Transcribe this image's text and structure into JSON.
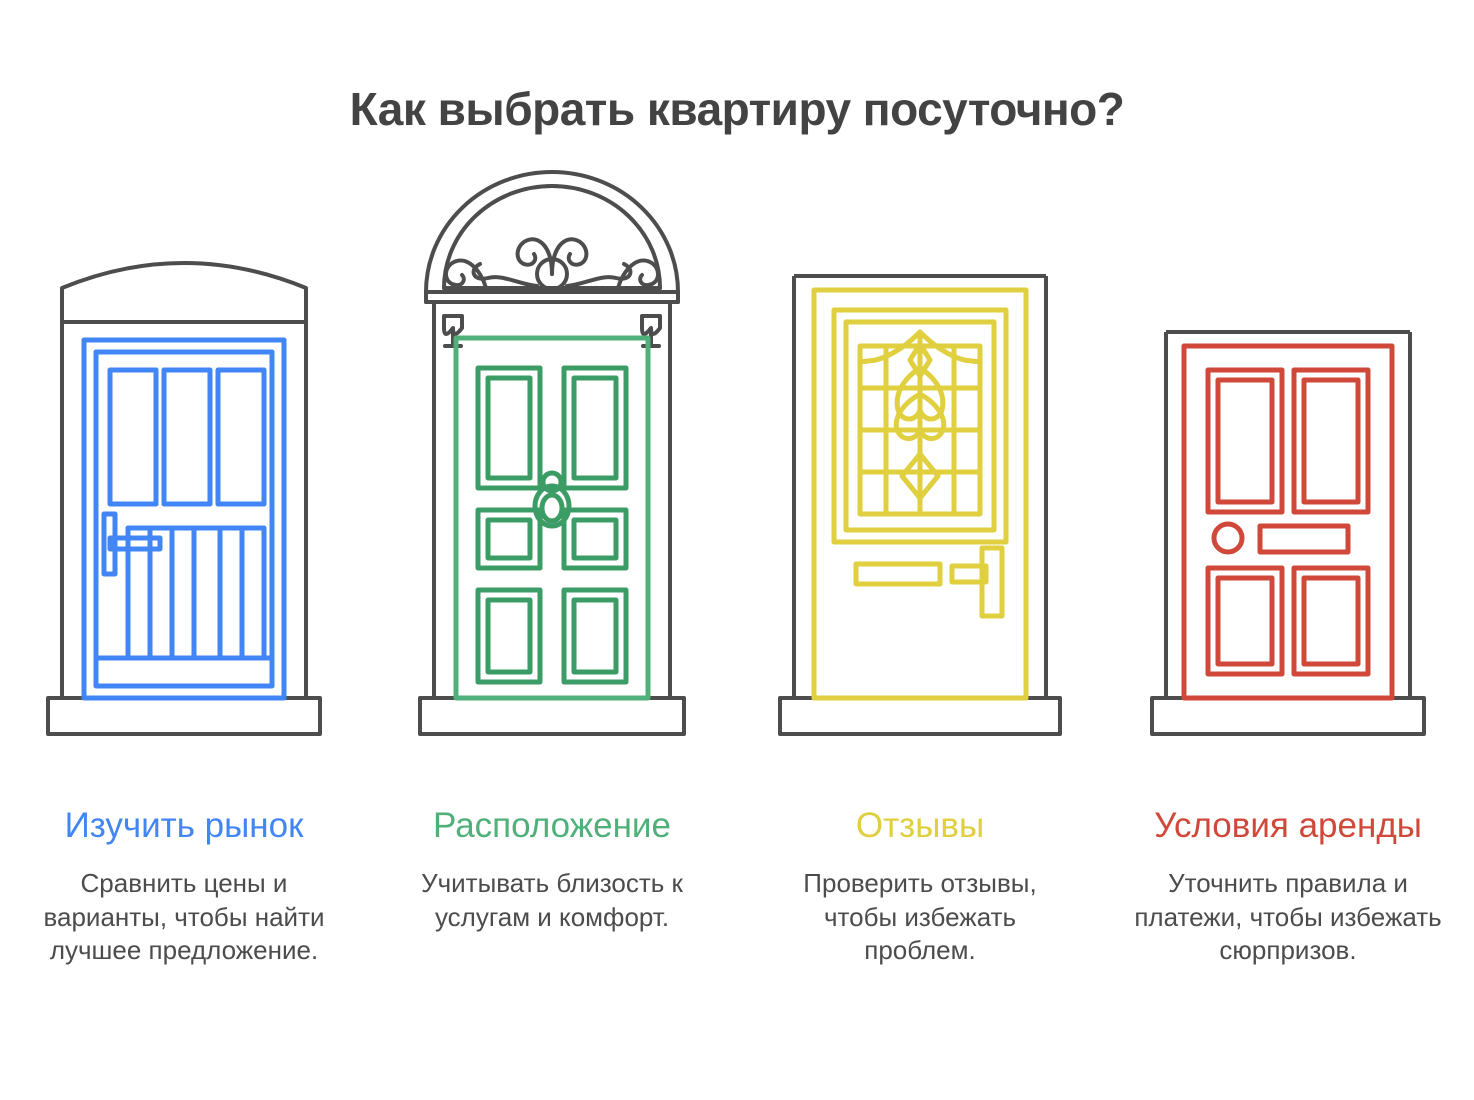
{
  "page": {
    "title": "Как выбрать квартиру посуточно?",
    "background": "#ffffff",
    "title_color": "#434343"
  },
  "columns": [
    {
      "id": "market",
      "heading": "Изучить рынок",
      "body": "Сравнить цены и варианты, чтобы найти лучшее предложение.",
      "color": "#4285f4",
      "icon": "blue-door-icon",
      "door_style": "arched-frame-panelled-door"
    },
    {
      "id": "location",
      "heading": "Расположение",
      "body": "Учитывать близость к услугам и комфорт.",
      "color": "#4fb07a",
      "icon": "green-door-icon",
      "door_style": "fanlight-arch-six-panel-door"
    },
    {
      "id": "reviews",
      "heading": "Отзывы",
      "body": "Проверить отзывы, чтобы избежать проблем.",
      "color": "#e0cf3e",
      "icon": "yellow-door-icon",
      "door_style": "stained-glass-window-door"
    },
    {
      "id": "terms",
      "heading": "Условия аренды",
      "body": "Уточнить правила и платежи, чтобы избежать сюрпризов.",
      "color": "#d0483a",
      "icon": "red-door-icon",
      "door_style": "four-panel-door"
    }
  ],
  "palette": {
    "frame_gray": "#4d4d4d",
    "blue": "#4285f4",
    "green": "#4fb07a",
    "green_dark": "#3c9c65",
    "yellow": "#e0cf3e",
    "red": "#d0483a",
    "text": "#4c4c4c"
  }
}
